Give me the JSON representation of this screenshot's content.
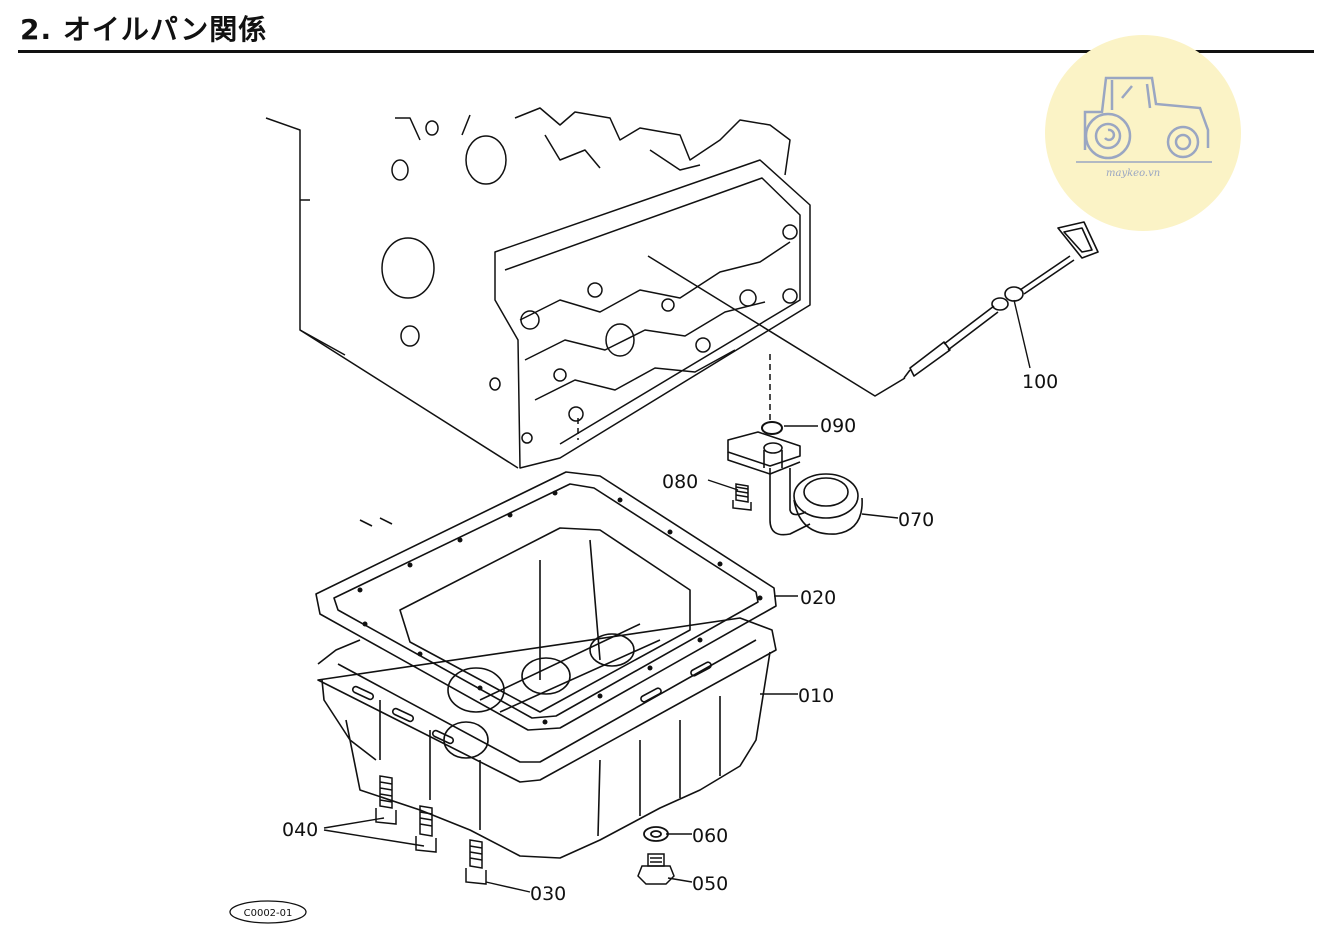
{
  "page": {
    "title": "2. オイルパン関係"
  },
  "watermark": {
    "text": "maykeo.vn",
    "icon": "tractor-icon",
    "circle_color": "#fbf3c6",
    "line_color": "#9aa6c2"
  },
  "diagram": {
    "figure_code": "C0002-01",
    "labels": {
      "p010": "010",
      "p020": "020",
      "p030": "030",
      "p040": "040",
      "p050": "050",
      "p060": "060",
      "p070": "070",
      "p080": "080",
      "p090": "090",
      "p100": "100"
    }
  }
}
